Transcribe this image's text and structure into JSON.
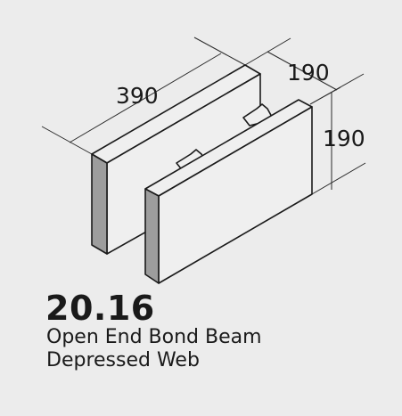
{
  "dimensions": {
    "length": "390",
    "width": "190",
    "height": "190"
  },
  "product": {
    "code": "20.16",
    "name_line1": "Open End Bond Beam",
    "name_line2": "Depressed Web"
  },
  "colors": {
    "background": "#ececec",
    "face": "#efefef",
    "end_face": "#9d9d9d",
    "outline": "#1a1a1a"
  }
}
